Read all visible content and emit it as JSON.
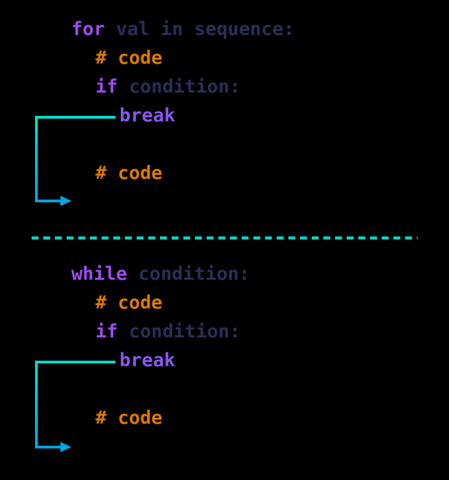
{
  "diagram": {
    "title_semantic": "python-break-statement-flow",
    "for_block": {
      "header_keyword": "for",
      "header_rest": " val in sequence:",
      "comment1": "# code",
      "if_keyword": "if",
      "if_rest": " condition:",
      "break_statement": "break",
      "comment2": "# code"
    },
    "while_block": {
      "header_keyword": "while",
      "header_rest": " condition:",
      "comment1": "# code",
      "if_keyword": "if",
      "if_rest": " condition:",
      "break_statement": "break",
      "comment2": "# code"
    },
    "icons": {
      "loop_exit_arrow": "elbow-arrow-pointing-right-out-of-loop",
      "section_divider": "horizontal-dashed-line"
    },
    "colors": {
      "background": "#000000",
      "keyword_purple": "#9e4cf0",
      "break_purple": "#8b55f2",
      "code_navy": "#2b2e58",
      "comment_orange": "#dd7a00",
      "arrow_teal": "#00dfcb",
      "arrow_blue": "#00a6e2",
      "separator_teal": "#00d8c8"
    }
  }
}
